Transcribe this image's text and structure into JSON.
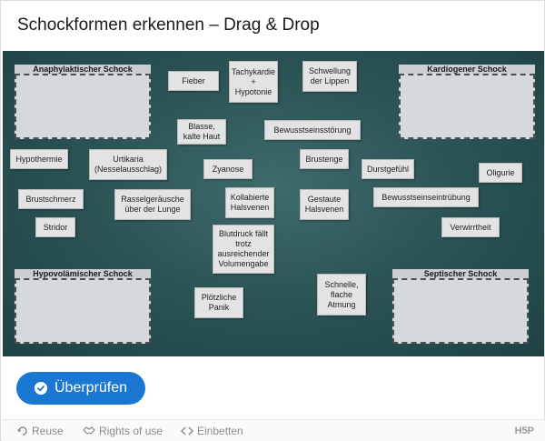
{
  "title": "Schockformen erkennen – Drag & Drop",
  "zones": {
    "anaphylactic": "Anaphylaktischer Schock",
    "cardiogenic": "Kardiogener Schock",
    "hypovolemic": "Hypovolämischer Schock",
    "septic": "Septischer Schock"
  },
  "items": {
    "fieber": "Fieber",
    "tachykardie": "Tachykardie + Hypotonie",
    "schwellung": "Schwellung der Lippen",
    "blasse": "Blasse, kalte Haut",
    "bewusstseinsstoerung": "Bewusstseinsstörung",
    "hypothermie": "Hypothermie",
    "urtikaria": "Urtikaria (Nesselausschlag)",
    "zyanose": "Zyanose",
    "brustenge": "Brustenge",
    "durstgefuehl": "Durstgefühl",
    "oligurie": "Oligurie",
    "brustschmerz": "Brustschmerz",
    "rasselgeraeusche": "Rasselgeräusche über der Lunge",
    "kollabierte": "Kollabierte Halsvenen",
    "gestaute": "Gestaute Halsvenen",
    "bewusstseinseintruebung": "Bewusstseinseintrübung",
    "stridor": "Stridor",
    "verwirrtheit": "Verwirrtheit",
    "blutdruck": "Blutdruck fällt trotz ausreichender Volumengabe",
    "schnelle_atmung": "Schnelle, flache Atmung",
    "ploetzliche_panik": "Plötzliche Panik"
  },
  "check_button": {
    "label": "Überprüfen",
    "icon": "check-circle-icon"
  },
  "footer": {
    "reuse": "Reuse",
    "rights": "Rights of use",
    "embed": "Einbetten",
    "brand": "H5P"
  },
  "colors": {
    "accent": "#1b78d2",
    "board": "#2c5556"
  }
}
